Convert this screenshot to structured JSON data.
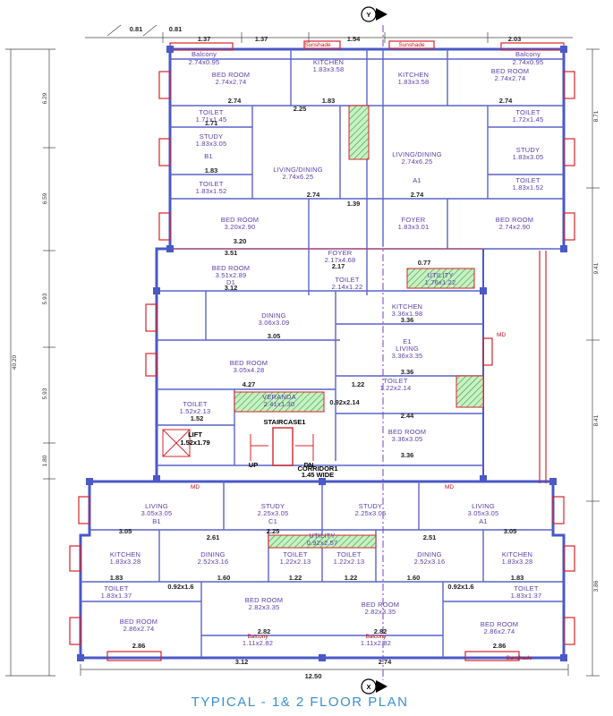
{
  "title": "TYPICAL - 1& 2 FLOOR PLAN",
  "axis_marks": {
    "top": "Y",
    "bottom": "X"
  },
  "overall_dims": {
    "bottom_width": "12.50",
    "left_height": "40.20",
    "left_segments": [
      "6.29",
      "6.59",
      "5.93",
      "5.93",
      "1.80"
    ],
    "right_segments": [
      "8.71",
      "9.41",
      "8.41",
      "3.86"
    ],
    "top_small": [
      "0.81",
      "0.81"
    ],
    "top_segments": [
      "1.37",
      "1.37",
      "1.54",
      "2.03"
    ],
    "bottom_segments": [
      "3.12",
      "2.74"
    ]
  },
  "rooms": [
    {
      "name": "Balcony",
      "dims": "2.74x0.95"
    },
    {
      "name": "Balcony",
      "dims": "2.74x0.95"
    },
    {
      "name": "KITCHEN",
      "dims": "1.83x3.58"
    },
    {
      "name": "KITCHEN",
      "dims": "1.83x3.58"
    },
    {
      "name": "BED ROOM",
      "dims": "2.74x2.74"
    },
    {
      "name": "BED ROOM",
      "dims": "2.74x2.74"
    },
    {
      "name": "TOILET",
      "dims": "1.71x1.45"
    },
    {
      "name": "TOILET",
      "dims": "1.72x1.45"
    },
    {
      "name": "STUDY",
      "dims": "1.83x3.05"
    },
    {
      "name": "STUDY",
      "dims": "1.83x3.05"
    },
    {
      "name": "LIVING/DINING",
      "dims": "2.74x6.25"
    },
    {
      "name": "LIVING/DINING",
      "dims": "2.74x6.25"
    },
    {
      "name": "TOILET",
      "dims": "1.83x1.52"
    },
    {
      "name": "TOILET",
      "dims": "1.83x1.52"
    },
    {
      "name": "BED ROOM",
      "dims": "3.20x2.90"
    },
    {
      "name": "FOYER",
      "dims": "1.83x3.01"
    },
    {
      "name": "BED ROOM",
      "dims": "2.74x2.90"
    },
    {
      "name": "FOYER",
      "dims": "2.17x4.68"
    },
    {
      "name": "BED ROOM",
      "dims": "3.51x2.89"
    },
    {
      "name": "TOILET",
      "dims": "2.14x1.22"
    },
    {
      "name": "UTILITY",
      "dims": "1.76x1.22"
    },
    {
      "name": "DINING",
      "dims": "3.06x3.09"
    },
    {
      "name": "KITCHEN",
      "dims": "3.36x1.98"
    },
    {
      "name": "LIVING",
      "dims": "3.36x3.35"
    },
    {
      "name": "BED ROOM",
      "dims": "3.05x4.28"
    },
    {
      "name": "TOILET",
      "dims": "1.22x2.14"
    },
    {
      "name": "TOILET",
      "dims": "1.52x2.13"
    },
    {
      "name": "VERANDA",
      "dims": "2.41x1.30"
    },
    {
      "name": "LIFT",
      "dims": "1.52x1.79"
    },
    {
      "name": "STAIRCASE1",
      "dims": ""
    },
    {
      "name": "BED ROOM",
      "dims": "3.36x3.05"
    },
    {
      "name": "CORRIDOR1",
      "dims": "1.45 WIDE"
    },
    {
      "name": "LIVING",
      "dims": "3.05x3.05"
    },
    {
      "name": "STUDY",
      "dims": "2.25x3.05"
    },
    {
      "name": "STUDY",
      "dims": "2.25x3.05"
    },
    {
      "name": "LIVING",
      "dims": "3.05x3.05"
    },
    {
      "name": "UTILITY",
      "dims": "0.92x2.57"
    },
    {
      "name": "KITCHEN",
      "dims": "1.83x3.28"
    },
    {
      "name": "DINING",
      "dims": "2.52x3.16"
    },
    {
      "name": "TOILET",
      "dims": "1.22x2.13"
    },
    {
      "name": "TOILET",
      "dims": "1.22x2.13"
    },
    {
      "name": "DINING",
      "dims": "2.52x3.16"
    },
    {
      "name": "KITCHEN",
      "dims": "1.83x3.28"
    },
    {
      "name": "TOILET",
      "dims": "1.83x1.37"
    },
    {
      "name": "BED ROOM",
      "dims": "2.82x3.35"
    },
    {
      "name": "BED ROOM",
      "dims": "2.82x3.35"
    },
    {
      "name": "TOILET",
      "dims": "1.83x1.37"
    },
    {
      "name": "BED ROOM",
      "dims": "2.86x2.74"
    },
    {
      "name": "Balcony",
      "dims": "1.11x2.82"
    },
    {
      "name": "Balcony",
      "dims": "1.11x2.82"
    },
    {
      "name": "BED ROOM",
      "dims": "2.86x2.74"
    }
  ],
  "inner_dims": [
    "2.74",
    "2.25",
    "1.83",
    "2.74",
    "1.71",
    "1.83",
    "2.74",
    "1.39",
    "2.74",
    "3.20",
    "3.51",
    "2.17",
    "0.77",
    "3.12",
    "3.36",
    "3.05",
    "3.36",
    "4.27",
    "1.22",
    "0.92x2.14",
    "1.52",
    "2.44",
    "3.36",
    "3.05",
    "2.61",
    "2.25",
    "2.51",
    "3.05",
    "0.92x1.6",
    "0.92x1.6",
    "1.83",
    "1.60",
    "1.22",
    "1.22",
    "1.60",
    "1.83",
    "2.82",
    "2.82",
    "2.86",
    "2.86"
  ],
  "unit_tags": [
    "B1",
    "A1",
    "D1",
    "E1",
    "C1",
    "B1",
    "A1"
  ],
  "notes": {
    "up": "UP",
    "dn": "DN",
    "sunshade": "Sunshade",
    "md": "MD"
  }
}
